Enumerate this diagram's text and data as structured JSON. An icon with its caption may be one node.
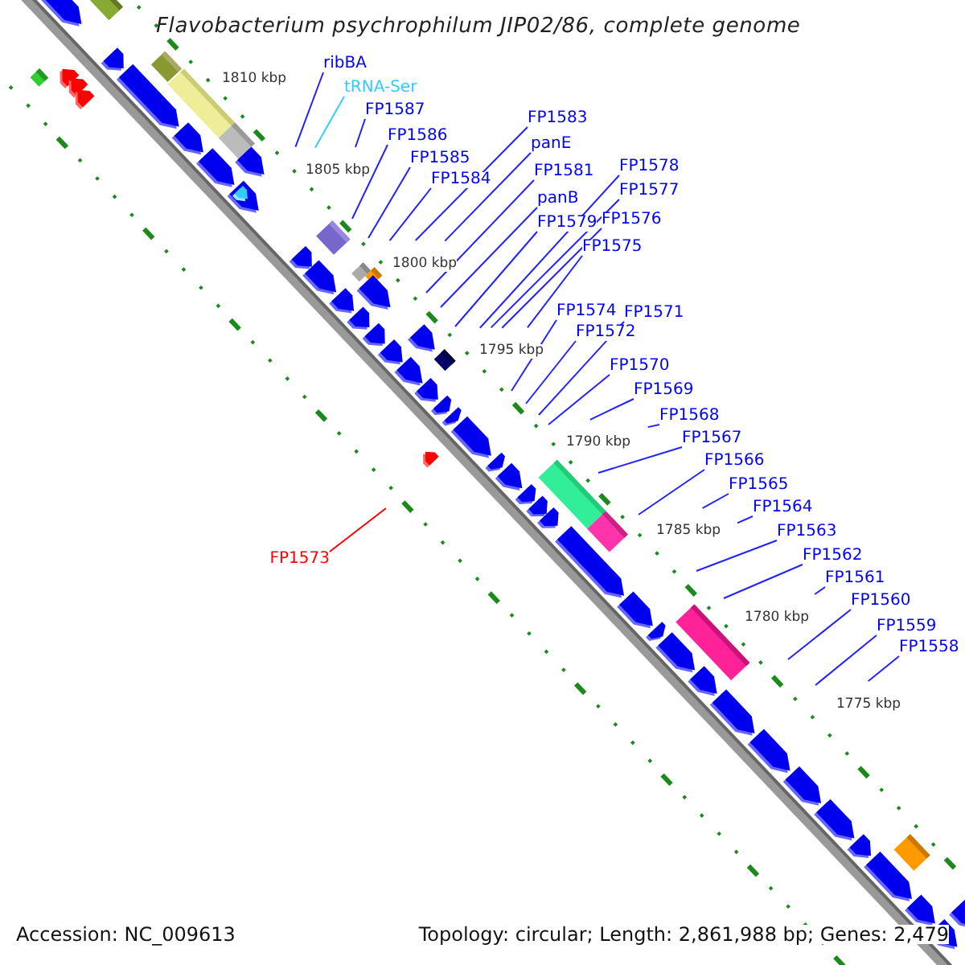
{
  "diagram": {
    "title": "Flavobacterium psychrophilum JIP02/86, complete genome",
    "nodes": [
      {
        "text": [
          "ribBA"
        ]
      },
      {
        "text": [
          "tRNA-Ser"
        ]
      },
      {
        "text": [
          "FP1587"
        ]
      },
      {
        "text": [
          "FP1586"
        ]
      },
      {
        "text": [
          "FP1585"
        ]
      },
      {
        "text": [
          "FP1584"
        ]
      },
      {
        "text": [
          "FP1583"
        ]
      },
      {
        "text": [
          "panE"
        ]
      },
      {
        "text": [
          "FP1581"
        ]
      },
      {
        "text": [
          "panB"
        ]
      },
      {
        "text": [
          "FP1579"
        ]
      },
      {
        "text": [
          "FP1578"
        ]
      },
      {
        "text": [
          "FP1577"
        ]
      },
      {
        "text": [
          "FP1576"
        ]
      },
      {
        "text": [
          "FP1575"
        ]
      },
      {
        "text": [
          "FP1574"
        ]
      },
      {
        "text": [
          "FP1571"
        ]
      },
      {
        "text": [
          "FP1572"
        ]
      },
      {
        "text": [
          "FP1570"
        ]
      },
      {
        "text": [
          "FP1569"
        ]
      },
      {
        "text": [
          "FP1568"
        ]
      },
      {
        "text": [
          "FP1567"
        ]
      },
      {
        "text": [
          "FP1566"
        ]
      },
      {
        "text": [
          "FP1565"
        ]
      },
      {
        "text": [
          "FP1564"
        ]
      },
      {
        "text": [
          "FP1563"
        ]
      },
      {
        "text": [
          "FP1562"
        ]
      },
      {
        "text": [
          "FP1561"
        ]
      },
      {
        "text": [
          "FP1560"
        ]
      },
      {
        "text": [
          "FP1559"
        ]
      },
      {
        "text": [
          "FP1558"
        ]
      },
      {
        "text": [
          "FP1573"
        ]
      }
    ],
    "edges": [
      {
        "from": 0,
        "to": null,
        "arrow": "none"
      },
      {
        "from": 1,
        "to": null,
        "arrow": "none",
        "color": "#33ccff"
      },
      {
        "from": 2,
        "to": null,
        "arrow": "none"
      },
      {
        "from": 3,
        "to": null,
        "arrow": "none"
      },
      {
        "from": 4,
        "to": null,
        "arrow": "none"
      },
      {
        "from": 5,
        "to": null,
        "arrow": "none"
      },
      {
        "from": 6,
        "to": null,
        "arrow": "none"
      },
      {
        "from": 7,
        "to": null,
        "arrow": "none"
      },
      {
        "from": 8,
        "to": null,
        "arrow": "none"
      },
      {
        "from": 9,
        "to": null,
        "arrow": "none"
      },
      {
        "from": 10,
        "to": null,
        "arrow": "none"
      },
      {
        "from": 11,
        "to": null,
        "arrow": "none"
      },
      {
        "from": 12,
        "to": null,
        "arrow": "none"
      },
      {
        "from": 13,
        "to": null,
        "arrow": "none"
      },
      {
        "from": 14,
        "to": null,
        "arrow": "none"
      },
      {
        "from": 15,
        "to": null,
        "arrow": "none"
      },
      {
        "from": 16,
        "to": null,
        "arrow": "none"
      },
      {
        "from": 17,
        "to": null,
        "arrow": "none"
      },
      {
        "from": 18,
        "to": null,
        "arrow": "none"
      },
      {
        "from": 19,
        "to": null,
        "arrow": "none"
      },
      {
        "from": 20,
        "to": null,
        "arrow": "none"
      },
      {
        "from": 21,
        "to": null,
        "arrow": "none"
      },
      {
        "from": 22,
        "to": null,
        "arrow": "none"
      },
      {
        "from": 23,
        "to": null,
        "arrow": "none"
      },
      {
        "from": 24,
        "to": null,
        "arrow": "none"
      },
      {
        "from": 25,
        "to": null,
        "arrow": "none"
      },
      {
        "from": 26,
        "to": null,
        "arrow": "none"
      },
      {
        "from": 27,
        "to": null,
        "arrow": "none"
      },
      {
        "from": 28,
        "to": null,
        "arrow": "none"
      },
      {
        "from": 29,
        "to": null,
        "arrow": "none"
      },
      {
        "from": 30,
        "to": null,
        "arrow": "none"
      },
      {
        "from": 31,
        "to": null,
        "arrow": "none",
        "color": "#ff0000"
      }
    ],
    "labels": [
      "1810 kbp",
      "1805 kbp",
      "1800 kbp",
      "1795 kbp",
      "1790 kbp",
      "1785 kbp",
      "1780 kbp",
      "1775 kbp",
      "Accession: NC_009613",
      "Topology: circular; Length: 2,861,988 bp; Genes: 2,479"
    ]
  }
}
